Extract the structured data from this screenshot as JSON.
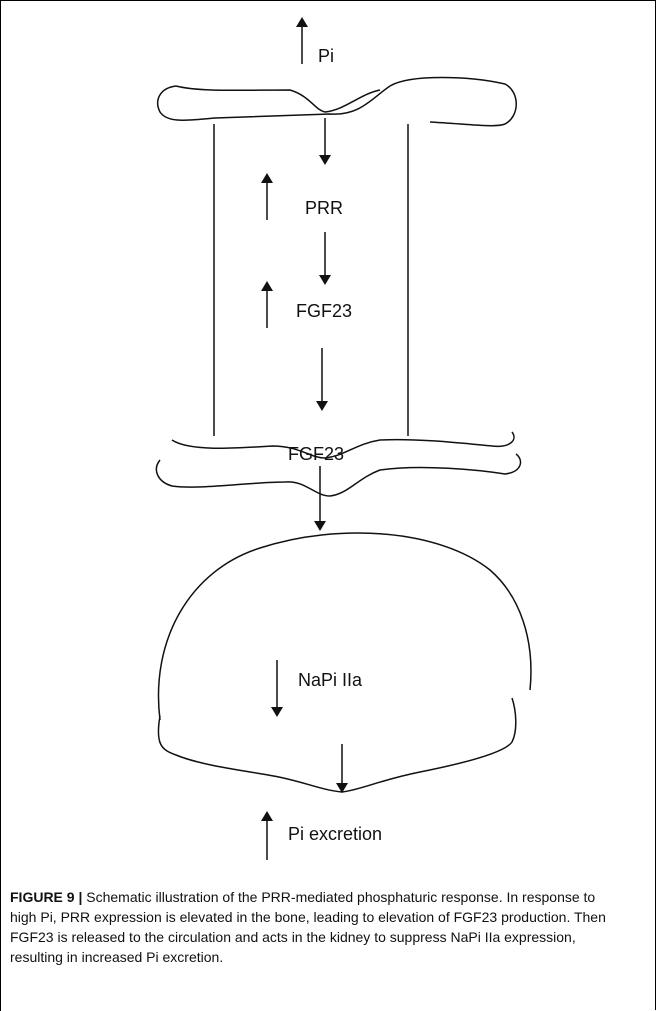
{
  "diagram": {
    "bone_top_label": "Pi",
    "prr_label": "PRR",
    "fgf23_bone_label": "FGF23",
    "fgf23_circ_label": "FGF23",
    "napi_label": "NaPi IIa",
    "excretion_label": "Pi excretion"
  },
  "caption": {
    "figure_label": "FIGURE 9 |",
    "text": " Schematic illustration of the PRR-mediated phosphaturic response. In response to high Pi, PRR expression is elevated in the bone, leading to elevation of FGF23 production. Then FGF23 is released to the circulation and acts in the kidney to suppress NaPi IIa expression, resulting in increased Pi excretion."
  }
}
